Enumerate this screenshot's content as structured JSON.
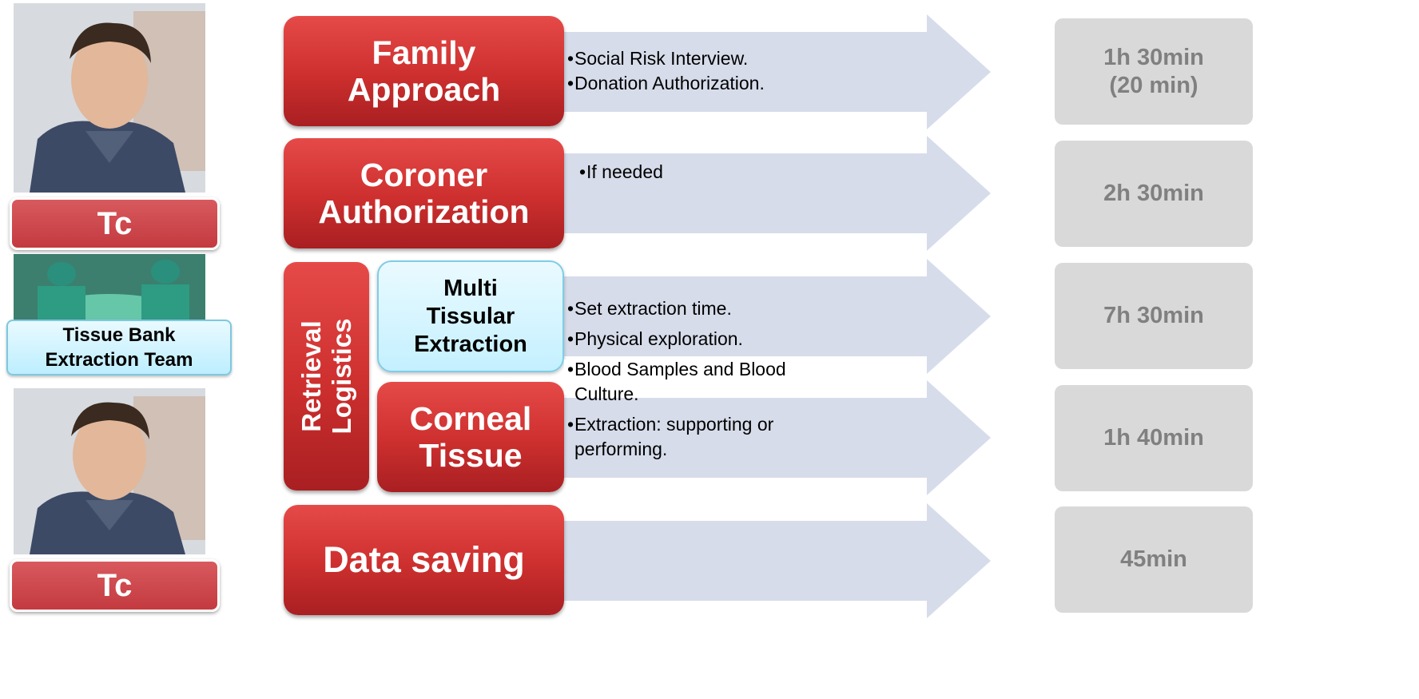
{
  "left": {
    "tc_top_label": "Tc",
    "team_label_line1": "Tissue Bank",
    "team_label_line2": "Extraction Team",
    "tc_bottom_label": "Tc"
  },
  "steps": {
    "family": {
      "line1": "Family",
      "line2": "Approach"
    },
    "coroner": {
      "line1": "Coroner",
      "line2": "Authorization"
    },
    "logistics": {
      "line1": "Retrieval",
      "line2": "Logistics"
    },
    "multi": {
      "line1": "Multi",
      "line2": "Tissular",
      "line3": "Extraction"
    },
    "corneal": {
      "line1": "Corneal",
      "line2": "Tissue"
    },
    "data_saving": {
      "label": "Data saving"
    }
  },
  "details": {
    "family": [
      "Social Risk Interview.",
      "Donation Authorization."
    ],
    "coroner": [
      "If needed"
    ],
    "retrieval": [
      "Set extraction time.",
      "Physical exploration.",
      "Blood Samples and Blood Culture.",
      "Extraction: supporting or performing."
    ]
  },
  "times": {
    "family_line1": "1h 30min",
    "family_line2": "(20 min)",
    "coroner": "2h 30min",
    "multi": "7h 30min",
    "corneal": "1h 40min",
    "data_saving": "45min"
  },
  "colors": {
    "step_red": "#cc2f2e",
    "arrow_fill": "#d6dcea",
    "time_box": "#d9d9d9",
    "time_text": "#808080",
    "cyan_box": "#c4f0ff"
  }
}
